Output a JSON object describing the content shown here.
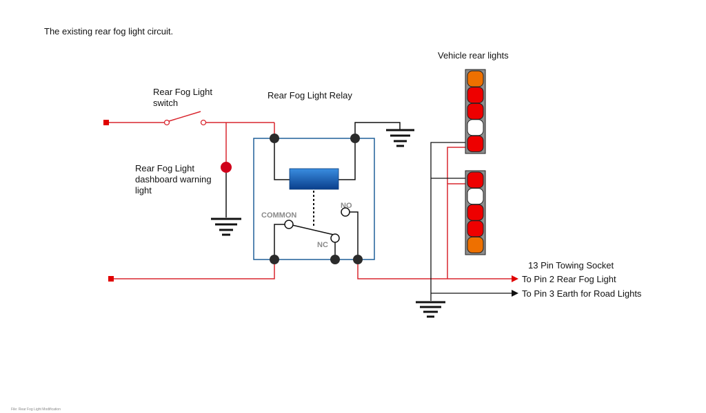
{
  "title": "The existing rear fog light circuit.",
  "labels": {
    "switch": "Rear Fog Light switch",
    "switch_line1": "Rear Fog Light",
    "switch_line2": "switch",
    "relay": "Rear Fog Light Relay",
    "warning_line1": "Rear Fog Light",
    "warning_line2": "dashboard warning",
    "warning_line3": "light",
    "common": "COMMON",
    "no": "NO",
    "nc": "NC",
    "vehicle_lights": "Vehicle rear lights",
    "socket": "13 Pin Towing Socket",
    "pin2": "To Pin 2 Rear Fog Light",
    "pin3": "To Pin 3 Earth for Road Lights"
  },
  "footer": "File: Rear Fog Light Modification",
  "colors": {
    "wire_live": "#d9262e",
    "wire_earth": "#1a1a1a",
    "relay_box": "#1f5f99",
    "coil": "#1565c0",
    "lamp_red": "#ee0000",
    "lamp_amber": "#ee7000",
    "lamp_white": "#ffffff",
    "lamp_housing": "#8c8c8c",
    "terminal": "#2b2b2b",
    "warning_light": "#d0021b"
  },
  "rear_light_clusters": [
    {
      "name": "upper",
      "lamps": [
        "amber",
        "red",
        "red",
        "white",
        "red"
      ]
    },
    {
      "name": "lower",
      "lamps": [
        "red",
        "white",
        "red",
        "red",
        "amber"
      ]
    }
  ]
}
